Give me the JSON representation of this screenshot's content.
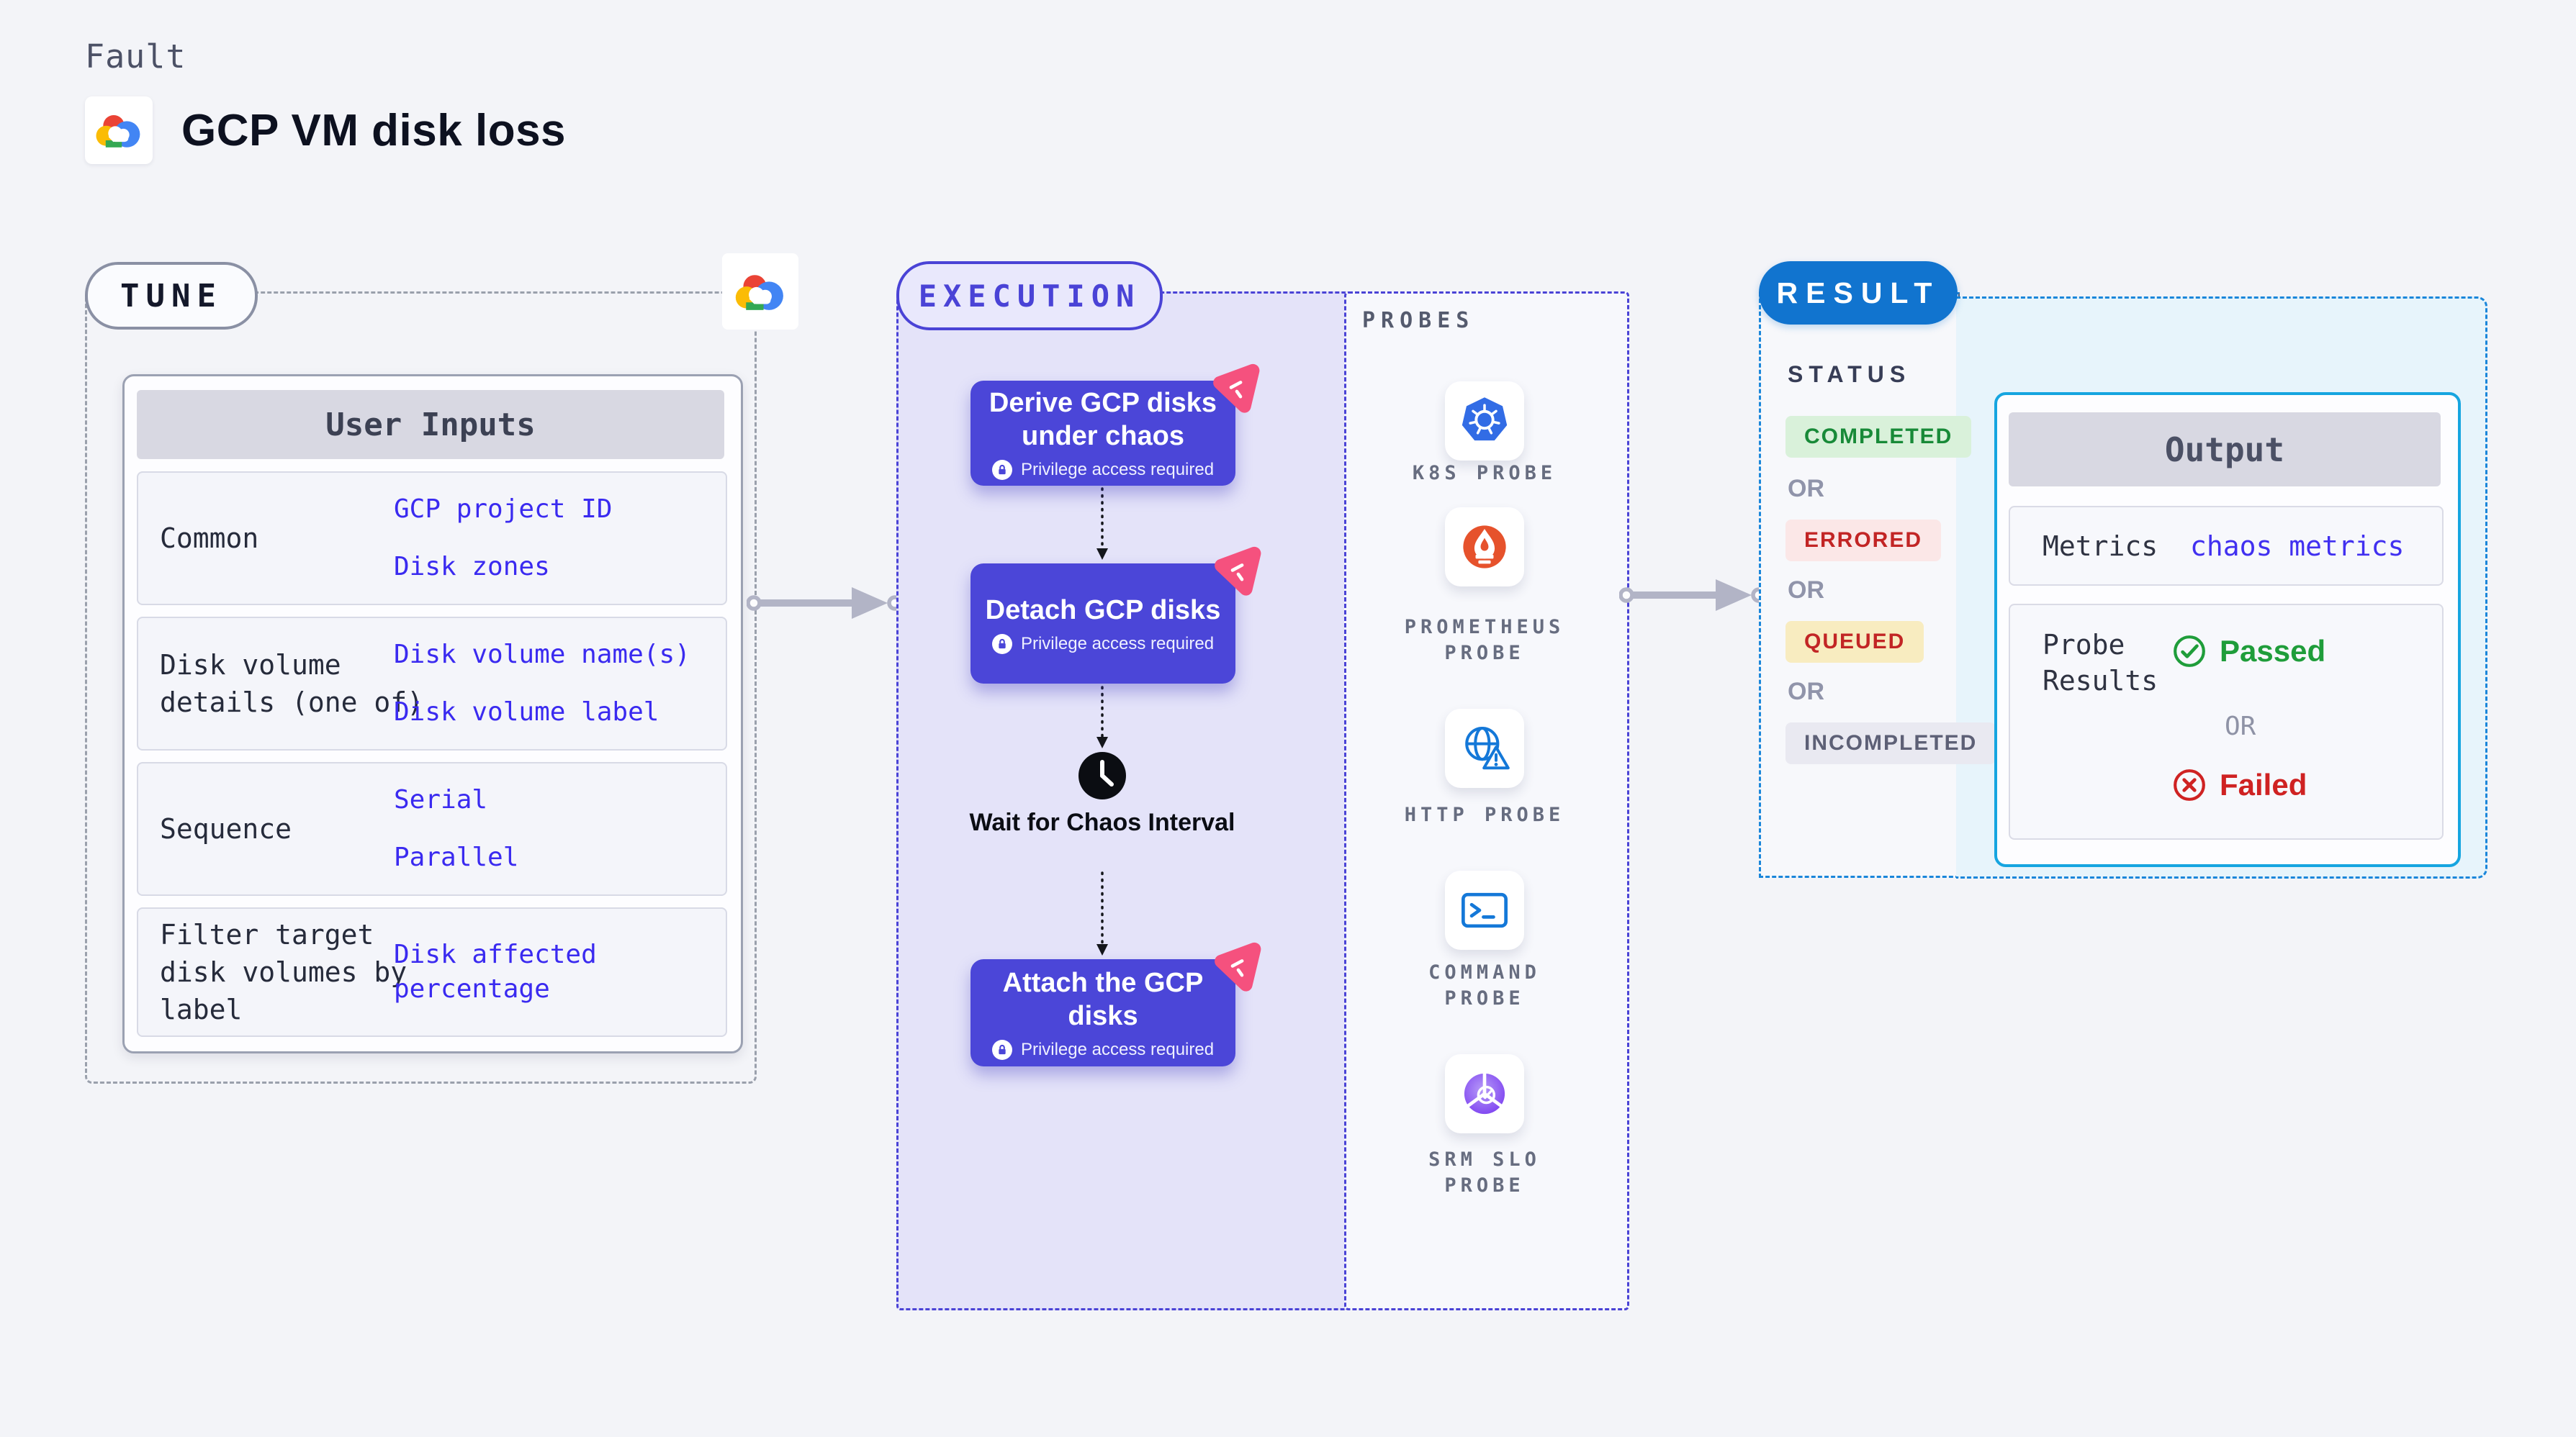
{
  "header": {
    "kicker": "Fault",
    "title": "GCP VM disk loss",
    "logo": "gcp-cloud-logo"
  },
  "tune": {
    "badge": "TUNE",
    "table": {
      "header": "User Inputs",
      "rows": [
        {
          "label": "Common",
          "values": [
            "GCP project ID",
            "Disk zones"
          ]
        },
        {
          "label": "Disk volume details (one of)",
          "values": [
            "Disk volume name(s)",
            "Disk volume label"
          ]
        },
        {
          "label": "Sequence",
          "values": [
            "Serial",
            "Parallel"
          ]
        },
        {
          "label": "Filter target disk volumes by label",
          "values": [
            "Disk affected percentage"
          ]
        }
      ]
    }
  },
  "execution": {
    "badge": "EXECUTION",
    "steps": [
      {
        "title": "Derive GCP disks under chaos",
        "note": "Privilege access required"
      },
      {
        "title": "Detach GCP disks",
        "note": "Privilege access required"
      },
      {
        "title": "Attach the GCP disks",
        "note": "Privilege access required"
      }
    ],
    "wait_label": "Wait for Chaos Interval"
  },
  "probes": {
    "heading": "PROBES",
    "items": [
      {
        "label": "K8S PROBE",
        "icon": "kubernetes-icon"
      },
      {
        "label": "PROMETHEUS PROBE",
        "icon": "prometheus-icon"
      },
      {
        "label": "HTTP PROBE",
        "icon": "http-globe-icon"
      },
      {
        "label": "COMMAND PROBE",
        "icon": "terminal-icon"
      },
      {
        "label": "SRM SLO PROBE",
        "icon": "srm-slo-icon"
      }
    ]
  },
  "result": {
    "badge": "RESULT",
    "status_heading": "STATUS",
    "separator": "OR",
    "statuses": [
      {
        "label": "COMPLETED",
        "bg": "#d9f1da",
        "color": "#188a38"
      },
      {
        "label": "ERRORED",
        "bg": "#fbe7e7",
        "color": "#c22525"
      },
      {
        "label": "QUEUED",
        "bg": "#f8ecc0",
        "color": "#c22525"
      },
      {
        "label": "INCOMPLETED",
        "bg": "#e9e9f1",
        "color": "#5d6076"
      }
    ]
  },
  "output": {
    "header": "Output",
    "metrics_label": "Metrics",
    "metrics_value": "chaos metrics",
    "probe_results_label": "Probe Results",
    "passed": "Passed",
    "or": "OR",
    "failed": "Failed"
  },
  "colors": {
    "accent_indigo": "#4b46d8",
    "execution_bg": "#e4e3f9",
    "litmus_pink": "#f5517e",
    "result_blue": "#1174cf",
    "dash_blue": "#1a86da",
    "output_border_cyan": "#16a5e0",
    "output_bg": "#e7f4fb",
    "value_blue": "#3a2af0",
    "passed_green": "#1f9d3a",
    "failed_red": "#cf2222",
    "arrow_gray": "#b2b4c6"
  }
}
